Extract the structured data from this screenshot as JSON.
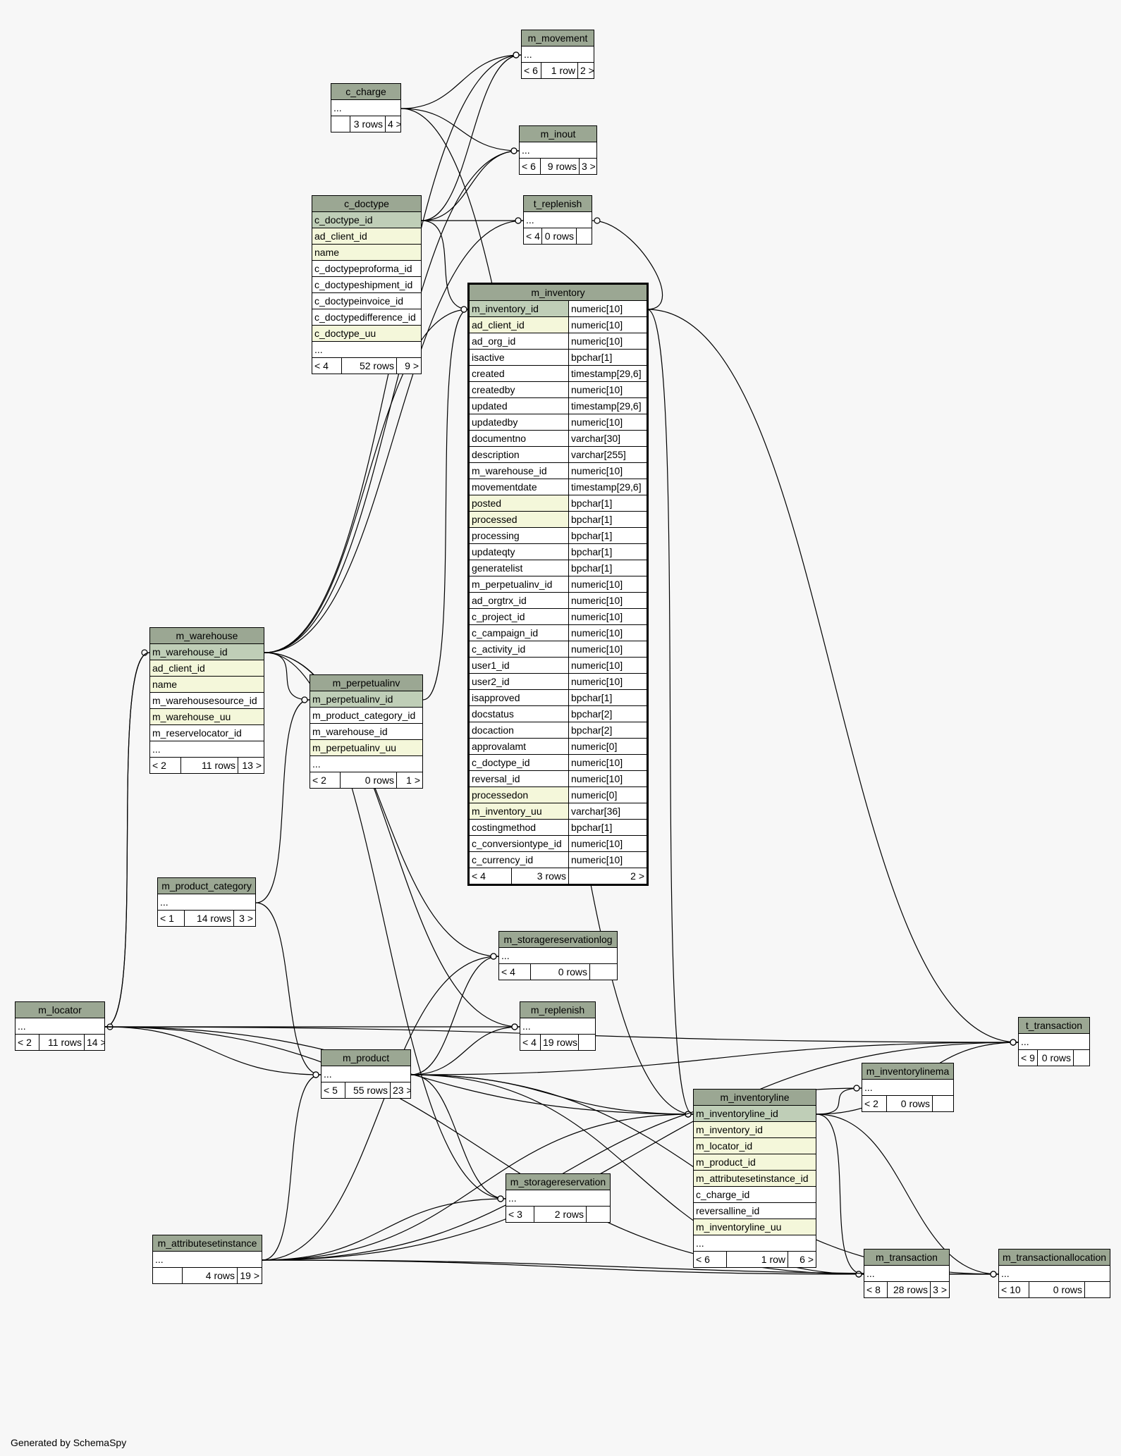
{
  "footer": "Generated by SchemaSpy",
  "colors": {
    "header": "#9ba793",
    "primary_key": "#bfceb7",
    "indexed": "#f4f7da",
    "background": "#f7f7f7"
  },
  "tables": {
    "m_movement": {
      "name": "m_movement",
      "cols": [],
      "more": "...",
      "nav": [
        "< 6",
        "1 row",
        "2 >"
      ]
    },
    "c_charge": {
      "name": "c_charge",
      "cols": [],
      "more": "...",
      "nav": [
        "",
        "3 rows",
        "4 >"
      ]
    },
    "m_inout": {
      "name": "m_inout",
      "cols": [],
      "more": "...",
      "nav": [
        "< 6",
        "9 rows",
        "3 >"
      ]
    },
    "c_doctype": {
      "name": "c_doctype",
      "cols": [
        {
          "n": "c_doctype_id",
          "k": "pk"
        },
        {
          "n": "ad_client_id",
          "k": "ix"
        },
        {
          "n": "name",
          "k": "ix"
        },
        {
          "n": "c_doctypeproforma_id",
          "k": ""
        },
        {
          "n": "c_doctypeshipment_id",
          "k": ""
        },
        {
          "n": "c_doctypeinvoice_id",
          "k": ""
        },
        {
          "n": "c_doctypedifference_id",
          "k": ""
        },
        {
          "n": "c_doctype_uu",
          "k": "ix"
        }
      ],
      "more": "...",
      "nav": [
        "< 4",
        "52 rows",
        "9 >"
      ]
    },
    "t_replenish": {
      "name": "t_replenish",
      "cols": [],
      "more": "...",
      "nav": [
        "< 4",
        "0 rows",
        ""
      ]
    },
    "m_inventory": {
      "name": "m_inventory",
      "cols": [
        {
          "n": "m_inventory_id",
          "t": "numeric[10]",
          "k": "pk"
        },
        {
          "n": "ad_client_id",
          "t": "numeric[10]",
          "k": "ix"
        },
        {
          "n": "ad_org_id",
          "t": "numeric[10]",
          "k": ""
        },
        {
          "n": "isactive",
          "t": "bpchar[1]",
          "k": ""
        },
        {
          "n": "created",
          "t": "timestamp[29,6]",
          "k": ""
        },
        {
          "n": "createdby",
          "t": "numeric[10]",
          "k": ""
        },
        {
          "n": "updated",
          "t": "timestamp[29,6]",
          "k": ""
        },
        {
          "n": "updatedby",
          "t": "numeric[10]",
          "k": ""
        },
        {
          "n": "documentno",
          "t": "varchar[30]",
          "k": ""
        },
        {
          "n": "description",
          "t": "varchar[255]",
          "k": ""
        },
        {
          "n": "m_warehouse_id",
          "t": "numeric[10]",
          "k": ""
        },
        {
          "n": "movementdate",
          "t": "timestamp[29,6]",
          "k": ""
        },
        {
          "n": "posted",
          "t": "bpchar[1]",
          "k": "ix"
        },
        {
          "n": "processed",
          "t": "bpchar[1]",
          "k": "ix"
        },
        {
          "n": "processing",
          "t": "bpchar[1]",
          "k": ""
        },
        {
          "n": "updateqty",
          "t": "bpchar[1]",
          "k": ""
        },
        {
          "n": "generatelist",
          "t": "bpchar[1]",
          "k": ""
        },
        {
          "n": "m_perpetualinv_id",
          "t": "numeric[10]",
          "k": ""
        },
        {
          "n": "ad_orgtrx_id",
          "t": "numeric[10]",
          "k": ""
        },
        {
          "n": "c_project_id",
          "t": "numeric[10]",
          "k": ""
        },
        {
          "n": "c_campaign_id",
          "t": "numeric[10]",
          "k": ""
        },
        {
          "n": "c_activity_id",
          "t": "numeric[10]",
          "k": ""
        },
        {
          "n": "user1_id",
          "t": "numeric[10]",
          "k": ""
        },
        {
          "n": "user2_id",
          "t": "numeric[10]",
          "k": ""
        },
        {
          "n": "isapproved",
          "t": "bpchar[1]",
          "k": ""
        },
        {
          "n": "docstatus",
          "t": "bpchar[2]",
          "k": ""
        },
        {
          "n": "docaction",
          "t": "bpchar[2]",
          "k": ""
        },
        {
          "n": "approvalamt",
          "t": "numeric[0]",
          "k": ""
        },
        {
          "n": "c_doctype_id",
          "t": "numeric[10]",
          "k": ""
        },
        {
          "n": "reversal_id",
          "t": "numeric[10]",
          "k": ""
        },
        {
          "n": "processedon",
          "t": "numeric[0]",
          "k": "ix"
        },
        {
          "n": "m_inventory_uu",
          "t": "varchar[36]",
          "k": "ix"
        },
        {
          "n": "costingmethod",
          "t": "bpchar[1]",
          "k": ""
        },
        {
          "n": "c_conversiontype_id",
          "t": "numeric[10]",
          "k": ""
        },
        {
          "n": "c_currency_id",
          "t": "numeric[10]",
          "k": ""
        }
      ],
      "nav": [
        "< 4",
        "3 rows",
        "2 >"
      ]
    },
    "m_warehouse": {
      "name": "m_warehouse",
      "cols": [
        {
          "n": "m_warehouse_id",
          "k": "pk"
        },
        {
          "n": "ad_client_id",
          "k": "ix"
        },
        {
          "n": "name",
          "k": "ix"
        },
        {
          "n": "m_warehousesource_id",
          "k": ""
        },
        {
          "n": "m_warehouse_uu",
          "k": "ix"
        },
        {
          "n": "m_reservelocator_id",
          "k": ""
        }
      ],
      "more": "...",
      "nav": [
        "< 2",
        "11 rows",
        "13 >"
      ]
    },
    "m_perpetualinv": {
      "name": "m_perpetualinv",
      "cols": [
        {
          "n": "m_perpetualinv_id",
          "k": "pk"
        },
        {
          "n": "m_product_category_id",
          "k": ""
        },
        {
          "n": "m_warehouse_id",
          "k": ""
        },
        {
          "n": "m_perpetualinv_uu",
          "k": "ix"
        }
      ],
      "more": "...",
      "nav": [
        "< 2",
        "0 rows",
        "1 >"
      ]
    },
    "m_product_category": {
      "name": "m_product_category",
      "cols": [],
      "more": "...",
      "nav": [
        "< 1",
        "14 rows",
        "3 >"
      ]
    },
    "m_storagereservationlog": {
      "name": "m_storagereservationlog",
      "cols": [],
      "more": "...",
      "nav": [
        "< 4",
        "0 rows",
        ""
      ]
    },
    "m_locator": {
      "name": "m_locator",
      "cols": [],
      "more": "...",
      "nav": [
        "< 2",
        "11 rows",
        "14 >"
      ]
    },
    "m_replenish": {
      "name": "m_replenish",
      "cols": [],
      "more": "...",
      "nav": [
        "< 4",
        "19 rows",
        ""
      ]
    },
    "t_transaction": {
      "name": "t_transaction",
      "cols": [],
      "more": "...",
      "nav": [
        "< 9",
        "0 rows",
        ""
      ]
    },
    "m_product": {
      "name": "m_product",
      "cols": [],
      "more": "...",
      "nav": [
        "< 5",
        "55 rows",
        "23 >"
      ]
    },
    "m_inventorylinema": {
      "name": "m_inventorylinema",
      "cols": [],
      "more": "...",
      "nav": [
        "< 2",
        "0 rows",
        ""
      ]
    },
    "m_inventoryline": {
      "name": "m_inventoryline",
      "cols": [
        {
          "n": "m_inventoryline_id",
          "k": "pk"
        },
        {
          "n": "m_inventory_id",
          "k": "ix"
        },
        {
          "n": "m_locator_id",
          "k": "ix"
        },
        {
          "n": "m_product_id",
          "k": "ix"
        },
        {
          "n": "m_attributesetinstance_id",
          "k": "ix"
        },
        {
          "n": "c_charge_id",
          "k": ""
        },
        {
          "n": "reversalline_id",
          "k": ""
        },
        {
          "n": "m_inventoryline_uu",
          "k": "ix"
        }
      ],
      "more": "...",
      "nav": [
        "< 6",
        "1 row",
        "6 >"
      ]
    },
    "m_storagereservation": {
      "name": "m_storagereservation",
      "cols": [],
      "more": "...",
      "nav": [
        "< 3",
        "2 rows",
        ""
      ]
    },
    "m_attributesetinstance": {
      "name": "m_attributesetinstance",
      "cols": [],
      "more": "...",
      "nav": [
        "",
        "4 rows",
        "19 >"
      ]
    },
    "m_transaction": {
      "name": "m_transaction",
      "cols": [],
      "more": "...",
      "nav": [
        "< 8",
        "28 rows",
        "3 >"
      ]
    },
    "m_transactionallocation": {
      "name": "m_transactionallocation",
      "cols": [],
      "more": "...",
      "nav": [
        "< 10",
        "0 rows",
        ""
      ]
    }
  },
  "relationships": [
    [
      "c_charge",
      "m_movement"
    ],
    [
      "c_doctype",
      "m_movement"
    ],
    [
      "m_warehouse",
      "m_movement"
    ],
    [
      "c_charge",
      "m_inout"
    ],
    [
      "c_doctype",
      "m_inout"
    ],
    [
      "m_warehouse",
      "m_inout"
    ],
    [
      "c_doctype",
      "t_replenish"
    ],
    [
      "m_warehouse",
      "t_replenish"
    ],
    [
      "m_inventory",
      "t_replenish"
    ],
    [
      "m_warehouse",
      "m_inventory"
    ],
    [
      "m_perpetualinv",
      "m_inventory"
    ],
    [
      "c_doctype",
      "m_inventory"
    ],
    [
      "m_inventory",
      "m_inventoryline"
    ],
    [
      "m_inventory",
      "t_transaction"
    ],
    [
      "m_locator",
      "m_warehouse"
    ],
    [
      "m_warehouse",
      "m_locator"
    ],
    [
      "m_product_category",
      "m_perpetualinv"
    ],
    [
      "m_warehouse",
      "m_perpetualinv"
    ],
    [
      "m_warehouse",
      "m_storagereservationlog"
    ],
    [
      "m_product",
      "m_storagereservationlog"
    ],
    [
      "m_attributesetinstance",
      "m_storagereservationlog"
    ],
    [
      "m_locator",
      "m_replenish"
    ],
    [
      "m_warehouse",
      "m_replenish"
    ],
    [
      "m_product",
      "m_replenish"
    ],
    [
      "m_locator",
      "m_product"
    ],
    [
      "m_product_category",
      "m_product"
    ],
    [
      "m_attributesetinstance",
      "m_product"
    ],
    [
      "m_warehouse",
      "m_storagereservation"
    ],
    [
      "m_product",
      "m_storagereservation"
    ],
    [
      "m_attributesetinstance",
      "m_storagereservation"
    ],
    [
      "m_locator",
      "m_inventoryline"
    ],
    [
      "m_product",
      "m_inventoryline"
    ],
    [
      "m_attributesetinstance",
      "m_inventoryline"
    ],
    [
      "c_charge",
      "m_inventoryline"
    ],
    [
      "m_inventoryline",
      "m_inventorylinema"
    ],
    [
      "m_attributesetinstance",
      "m_inventorylinema"
    ],
    [
      "m_inventoryline",
      "m_transaction"
    ],
    [
      "m_locator",
      "m_transaction"
    ],
    [
      "m_product",
      "m_transaction"
    ],
    [
      "m_attributesetinstance",
      "m_transaction"
    ],
    [
      "m_inventoryline",
      "m_transactionallocation"
    ],
    [
      "m_transaction",
      "m_transactionallocation"
    ],
    [
      "m_product",
      "m_transactionallocation"
    ],
    [
      "m_attributesetinstance",
      "m_transactionallocation"
    ],
    [
      "m_inventoryline",
      "t_transaction"
    ],
    [
      "m_locator",
      "t_transaction"
    ],
    [
      "m_product",
      "t_transaction"
    ],
    [
      "m_attributesetinstance",
      "t_transaction"
    ]
  ]
}
